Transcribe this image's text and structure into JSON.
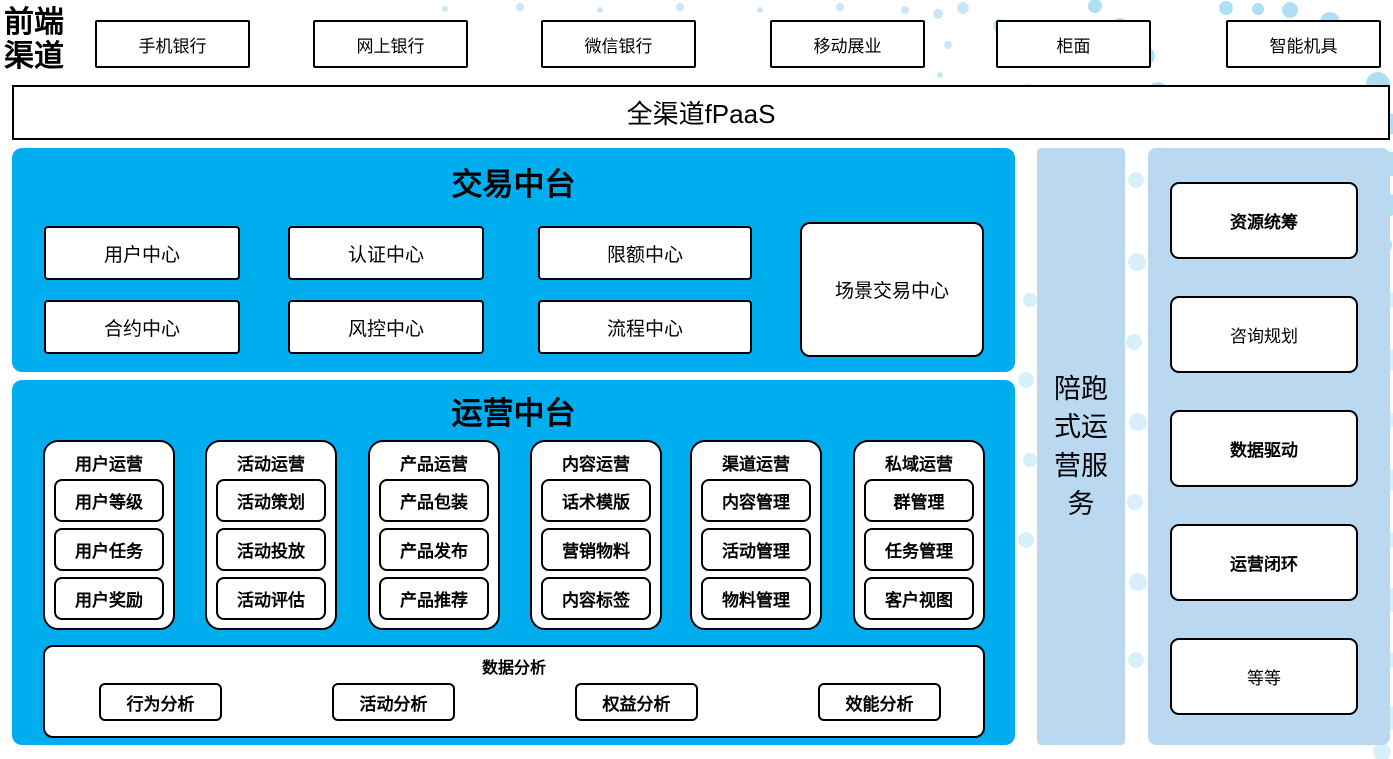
{
  "colors": {
    "primary_blue": "#00AEEF",
    "light_blue": "#BAD8EF",
    "dot_blue": "#BEE4F6",
    "box_border": "#000000"
  },
  "front_channels": {
    "label": "前端渠道",
    "items": [
      "手机银行",
      "网上银行",
      "微信银行",
      "移动展业",
      "柜面",
      "智能机具"
    ]
  },
  "channel_paas": {
    "label": "全渠道fPaaS"
  },
  "trade_platform": {
    "title": "交易中台",
    "centers": [
      "用户中心",
      "认证中心",
      "限额中心",
      "合约中心",
      "风控中心",
      "流程中心"
    ],
    "scene_center": "场景交易中心"
  },
  "ops_platform": {
    "title": "运营中台",
    "columns": [
      {
        "title": "用户运营",
        "items": [
          "用户等级",
          "用户任务",
          "用户奖励"
        ]
      },
      {
        "title": "活动运营",
        "items": [
          "活动策划",
          "活动投放",
          "活动评估"
        ]
      },
      {
        "title": "产品运营",
        "items": [
          "产品包装",
          "产品发布",
          "产品推荐"
        ]
      },
      {
        "title": "内容运营",
        "items": [
          "话术模版",
          "营销物料",
          "内容标签"
        ]
      },
      {
        "title": "渠道运营",
        "items": [
          "内容管理",
          "活动管理",
          "物料管理"
        ]
      },
      {
        "title": "私域运营",
        "items": [
          "群管理",
          "任务管理",
          "客户视图"
        ]
      }
    ],
    "analytics": {
      "title": "数据分析",
      "items": [
        "行为分析",
        "活动分析",
        "权益分析",
        "效能分析"
      ]
    }
  },
  "side_service": {
    "label": "陪跑式运营服务"
  },
  "service_panel": {
    "items": [
      {
        "label": "资源统筹",
        "bold": true
      },
      {
        "label": "咨询规划",
        "bold": false
      },
      {
        "label": "数据驱动",
        "bold": true
      },
      {
        "label": "运营闭环",
        "bold": true
      },
      {
        "label": "等等",
        "bold": false
      }
    ]
  }
}
